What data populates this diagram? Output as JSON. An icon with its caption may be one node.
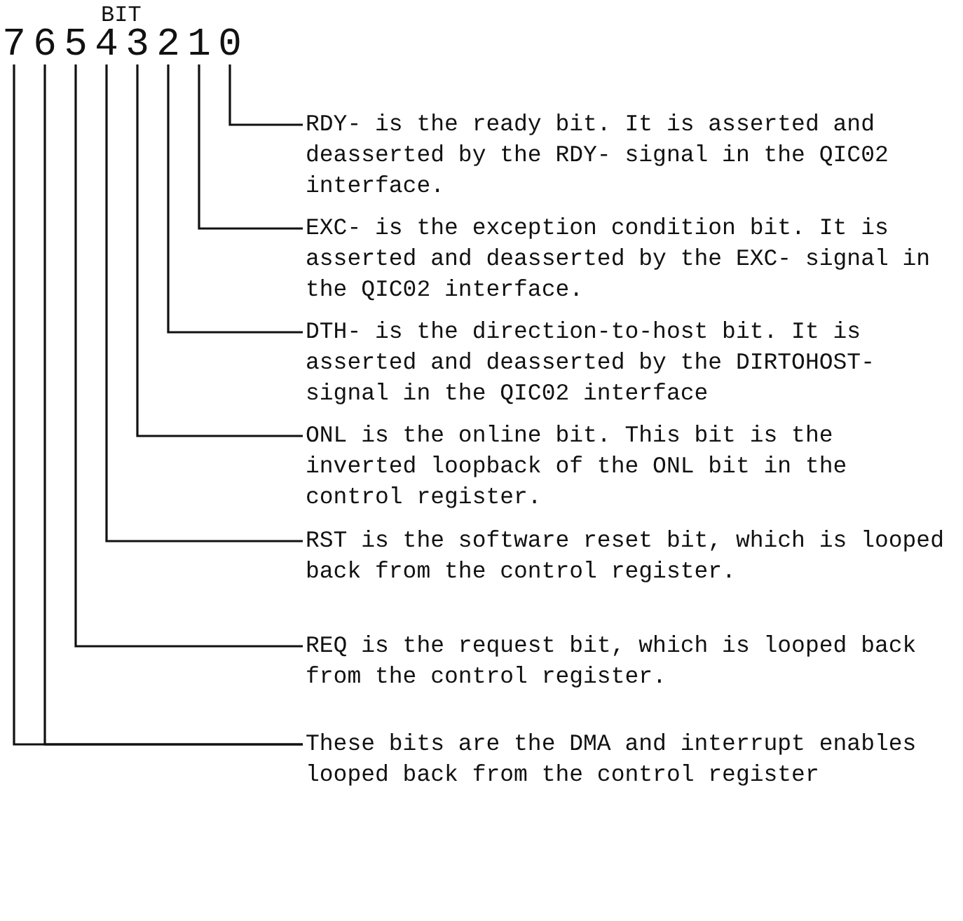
{
  "diagram": {
    "nodes": [
      {
        "text": [
          "7"
        ]
      },
      {
        "text": [
          "6"
        ]
      },
      {
        "text": [
          "5"
        ]
      },
      {
        "text": [
          "4"
        ]
      },
      {
        "text": [
          "3"
        ]
      },
      {
        "text": [
          "2"
        ]
      },
      {
        "text": [
          "1"
        ]
      },
      {
        "text": [
          "0"
        ]
      },
      {
        "text": [
          "RDY- is the ready bit.  It is asserted and deasserted by the RDY- signal in the QIC02 interface."
        ]
      },
      {
        "text": [
          "EXC- is the exception condition bit.  It is asserted and deasserted by the EXC- signal in the QIC02 interface."
        ]
      },
      {
        "text": [
          "DTH- is the direction-to-host bit.  It is asserted and deasserted by the DIRTOHOST- signal in the QIC02 interface"
        ]
      },
      {
        "text": [
          "ONL is the online bit.  This bit is the inverted loopback of the ONL bit in the control register."
        ]
      },
      {
        "text": [
          "RST is the software reset bit, which is looped back from the control register."
        ]
      },
      {
        "text": [
          "REQ is the request bit, which is looped back from the control register."
        ]
      },
      {
        "text": [
          "These bits are the DMA and interrupt enables looped back from the control register"
        ]
      }
    ],
    "edges": [
      {
        "from": 8,
        "to": 7,
        "arrow": "none"
      },
      {
        "from": 9,
        "to": 6,
        "arrow": "none"
      },
      {
        "from": 10,
        "to": 5,
        "arrow": "none"
      },
      {
        "from": 11,
        "to": 4,
        "arrow": "none"
      },
      {
        "from": 12,
        "to": 3,
        "arrow": "none"
      },
      {
        "from": 13,
        "to": 2,
        "arrow": "none"
      },
      {
        "from": 14,
        "to": 1,
        "arrow": "none"
      },
      {
        "from": 14,
        "to": 0,
        "arrow": "none"
      }
    ],
    "labels": [
      "BIT"
    ]
  }
}
